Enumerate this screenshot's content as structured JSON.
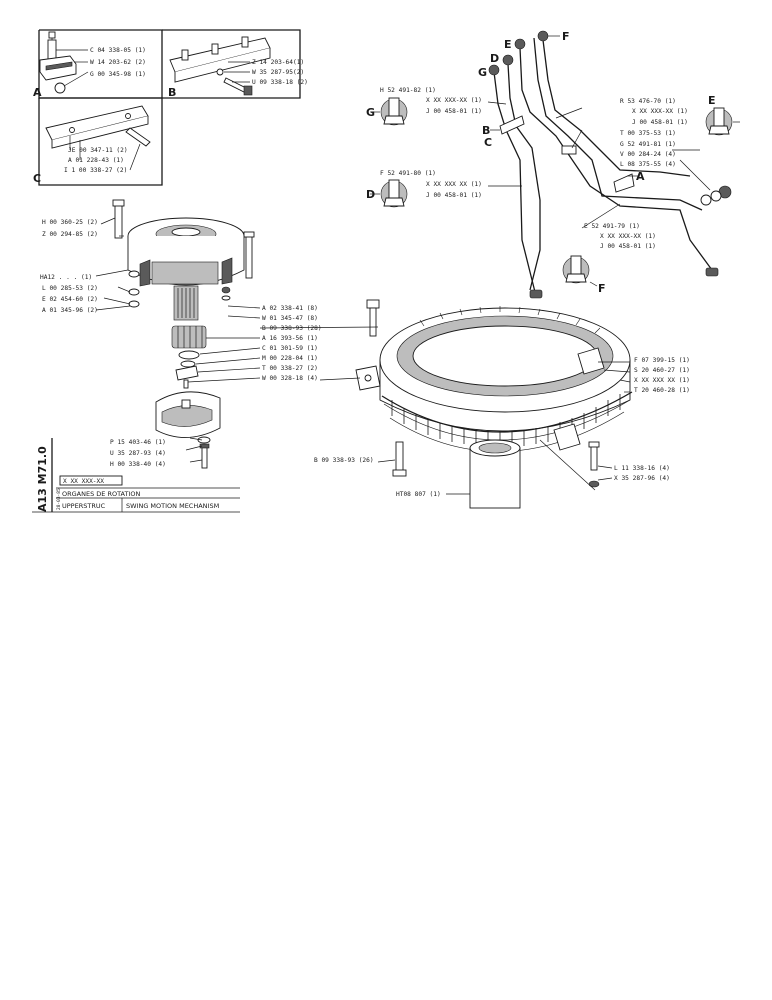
{
  "sheet": {
    "code_vertical": "A13 M71.0",
    "part_ref": "X XX XXX-XX",
    "date": "28-03-85",
    "title_fr": "ORGANES DE ROTATION",
    "title_uppr": "UPPERSTRUC",
    "title_en": "SWING MOTION MECHANISM"
  },
  "inset_labels": {
    "A": "A",
    "B": "B",
    "C": "C"
  },
  "inset_a_parts": [
    "C 04 338-05 (1)",
    "W 14 203-62 (2)",
    "G 00 345-98 (1)"
  ],
  "inset_b_parts": [
    "Z 14 203-64(1)",
    "W 35 287-95(2)",
    "U 09 338-18 (2)"
  ],
  "inset_c_parts": [
    "JE 00 347-11 (2)",
    "A 01 228-43 (1)",
    "I 1 00 338-27 (2)"
  ],
  "motor_parts": [
    "H 00 360-25 (2)",
    "Z 00 294-85 (2)",
    "HA12 . . . (1)",
    "L 00 285-53 (2)",
    "E 02 454-60 (2)",
    "A 01 345-96 (2)"
  ],
  "pinion_parts": [
    "A 02 338-41 (8)",
    "W 01 345-47 (8)",
    "B 09 338-93 (28)",
    "A 16 393-56 (1)",
    "C 01 301-59 (1)",
    "M 00 228-04 (1)",
    "T 00 338-27 (2)",
    "W 00 328-18 (4)"
  ],
  "guard_parts": [
    "P 15 403-46 (1)",
    "U 35 287-93 (4)",
    "H 00 338-40 (4)"
  ],
  "ring_parts": {
    "bolt": "B 09 338-93 (26)",
    "center": "HT08 807 (1)",
    "right": [
      "F 07 399-15 (1)",
      "S 20 460-27 (1)",
      "X XX XXX XX (1)",
      "T 20 460-28 (1)"
    ],
    "bottom": [
      "L 11 338-16 (4)",
      "X 35 287-96 (4)"
    ]
  },
  "grease_lines": {
    "callout_letters": [
      "E",
      "D",
      "F",
      "G"
    ],
    "side_labels": [
      "B",
      "C"
    ],
    "left_groups": [
      [
        "H 52 491-82 (1)",
        "X XX XXX-XX (1)",
        "J 00 458-01 (1)"
      ],
      [
        "F 52 491-80 (1)",
        "X XX XXX XX (1)",
        "J 00 458-01 (1)"
      ]
    ],
    "left_fitting_letters": [
      "G",
      "D"
    ],
    "right_groups": [
      [
        "R 53 476-70 (1)",
        "X XX XXX-XX (1)",
        "J 00 458-01 (1)",
        "T 00 375-53 (1)",
        "G 52 491-81 (1)",
        "V 00 284-24 (4)",
        "L 08 375-55 (4)"
      ],
      [
        "E 52 491-79 (1)",
        "X XX XXX-XX (1)",
        "J 00 458-01 (1)"
      ]
    ],
    "right_fitting_letters": [
      "E",
      "F"
    ],
    "clamp_label": "A"
  }
}
